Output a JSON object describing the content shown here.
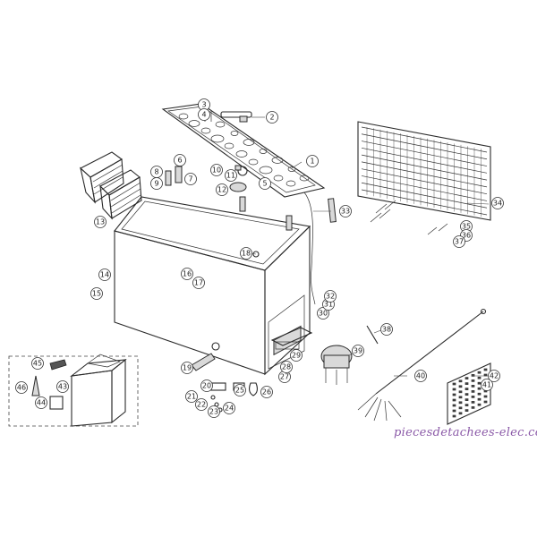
{
  "watermark": "piecesdetachees-elec.com",
  "callouts": [
    "1",
    "2",
    "3",
    "4",
    "5",
    "6",
    "7",
    "8",
    "9",
    "10",
    "11",
    "12",
    "13",
    "14",
    "15",
    "16",
    "17",
    "18",
    "19",
    "20",
    "21",
    "22",
    "23",
    "24",
    "25",
    "26",
    "27",
    "28",
    "29",
    "30",
    "31",
    "32",
    "33",
    "34",
    "35",
    "36",
    "37",
    "38",
    "39",
    "40",
    "41",
    "42",
    "43",
    "44",
    "45",
    "46"
  ]
}
